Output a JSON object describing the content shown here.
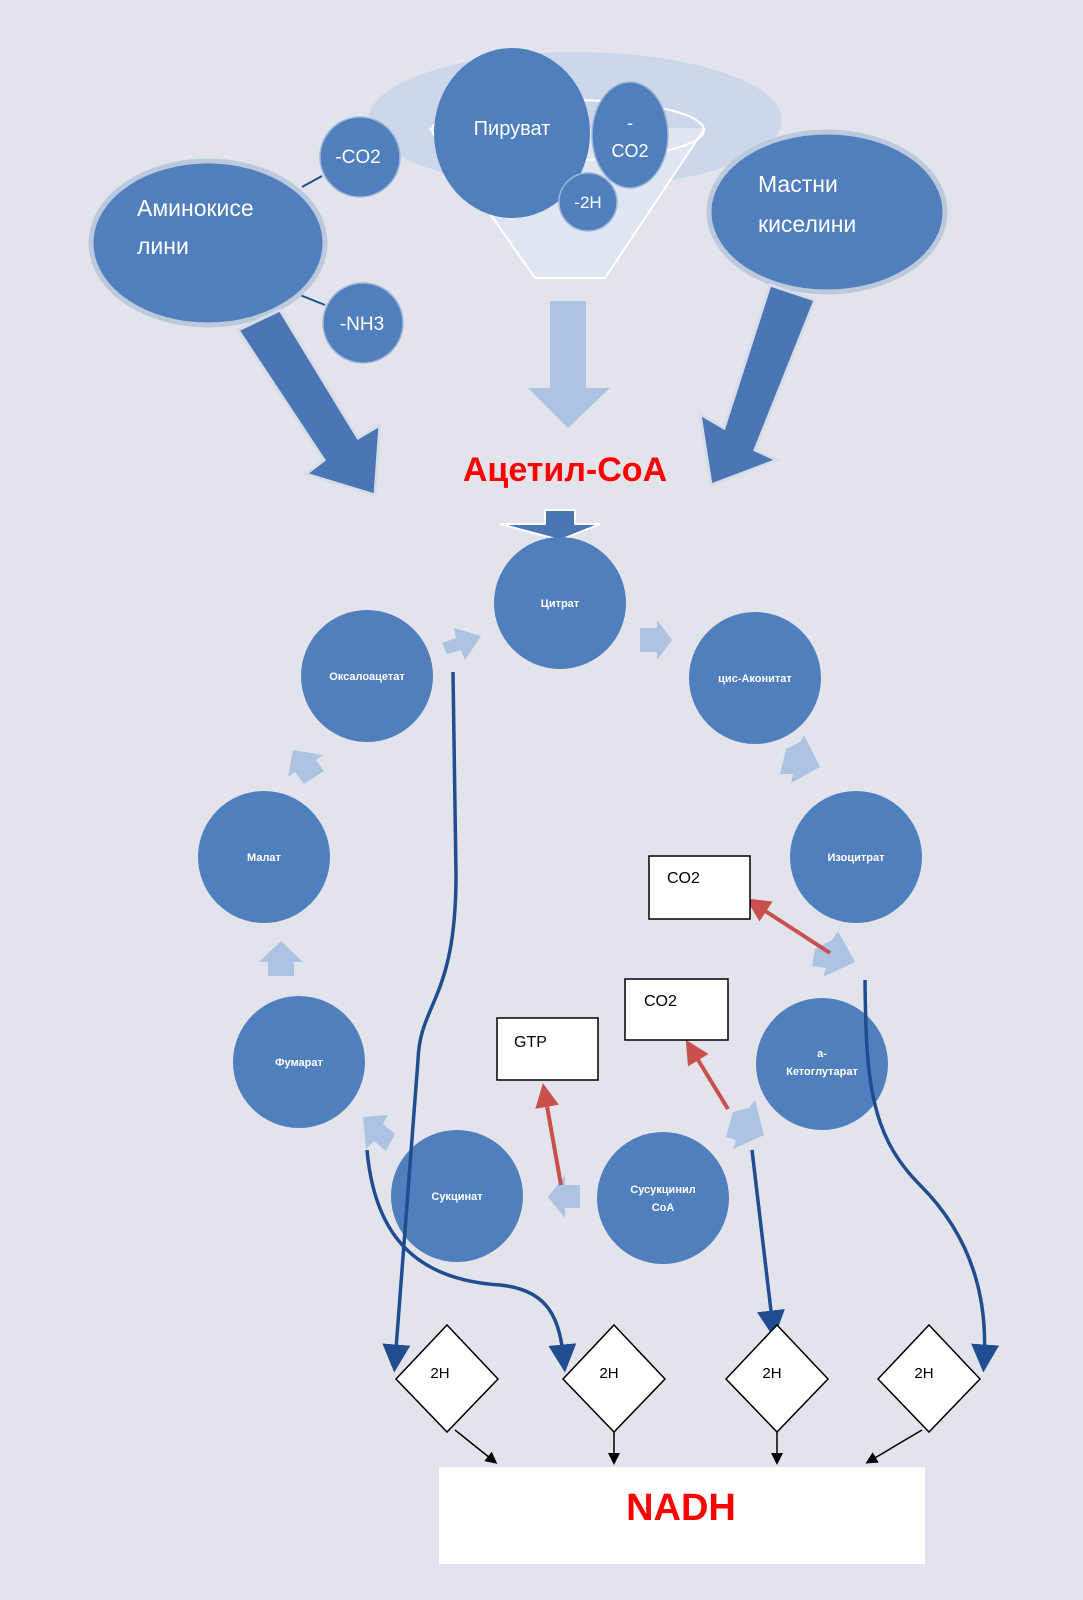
{
  "sources": {
    "amino": {
      "line1": "Аминокисе",
      "line2": "лини"
    },
    "co2_minus": "-CO2",
    "nh3_minus": "-NH3",
    "pyruvate": "Пируват",
    "pyruvate_co2": {
      "line1": "-",
      "line2": "CO2"
    },
    "minus_2h": "-2H",
    "fatty": {
      "line1": "Мастни",
      "line2": "киселини"
    }
  },
  "acetyl_coa": "Ацетил-СоА",
  "cycle": {
    "citrate": "Цитрат",
    "cis_aconitate": "цис-Аконитат",
    "isocitrate": "Изоцитрат",
    "a_ketoglutarate": {
      "line1": "а-",
      "line2": "Кетоглутарат"
    },
    "succinyl_coa": {
      "line1": "Сусукцинил",
      "line2": "СоА"
    },
    "succinate": "Сукцинат",
    "fumarate": "Фумарат",
    "malate": "Малат",
    "oxaloacetate": "Оксалоацетат"
  },
  "products": {
    "co2_1": "CO2",
    "co2_2": "CO2",
    "gtp": "GTP"
  },
  "hydrogen": [
    "2H",
    "2H",
    "2H",
    "2H"
  ],
  "nadh": "NADH",
  "colors": {
    "circle": "#4f7fbd",
    "big_arrow": "#4a76b6",
    "light_arrow": "#adc3e3",
    "acetyl_text": "#ff0000",
    "red_arrow": "#c9504c",
    "dark_flow": "#1f4d8f",
    "nadh_text": "#ff0000"
  }
}
